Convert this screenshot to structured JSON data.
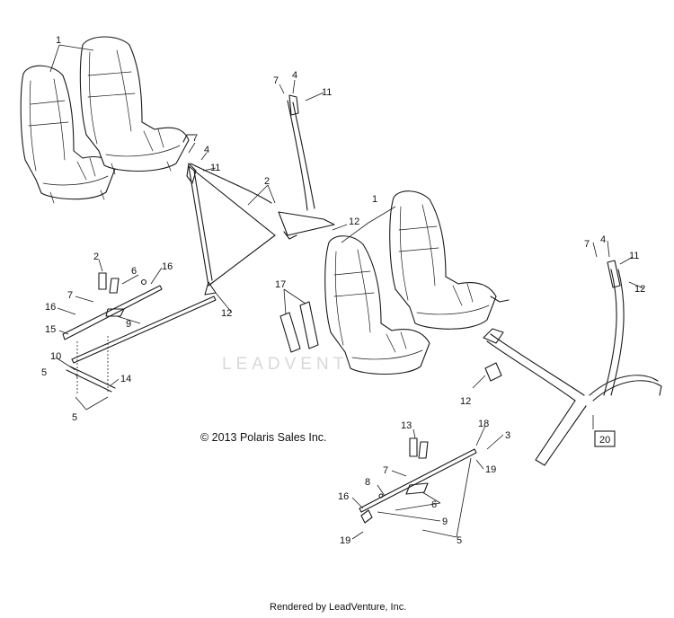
{
  "copyright": "© 2013 Polaris Sales Inc.",
  "watermark": "LEADVENTURE",
  "footer": "Rendered by LeadVenture, Inc.",
  "callouts": {
    "c1a": "1",
    "c7a": "7",
    "c4a": "4",
    "c11a": "11",
    "c7b": "7",
    "c4b": "4",
    "c11b": "11",
    "c2a": "2",
    "c12a": "12",
    "c12b": "12",
    "c2b": "2",
    "c6a": "6",
    "c16a": "16",
    "c7c": "7",
    "c16b": "16",
    "c15": "15",
    "c9a": "9",
    "c10": "10",
    "c5a": "5",
    "c14": "14",
    "c5b": "5",
    "c17": "17",
    "c1b": "1",
    "c12c": "12",
    "c7d": "7",
    "c4c": "4",
    "c11c": "11",
    "c12d": "12",
    "c20": "20",
    "c13": "13",
    "c18": "18",
    "c3": "3",
    "c7e": "7",
    "c19a": "19",
    "c8": "8",
    "c16c": "16",
    "c6b": "6",
    "c9b": "9",
    "c19b": "19",
    "c5c": "5"
  }
}
